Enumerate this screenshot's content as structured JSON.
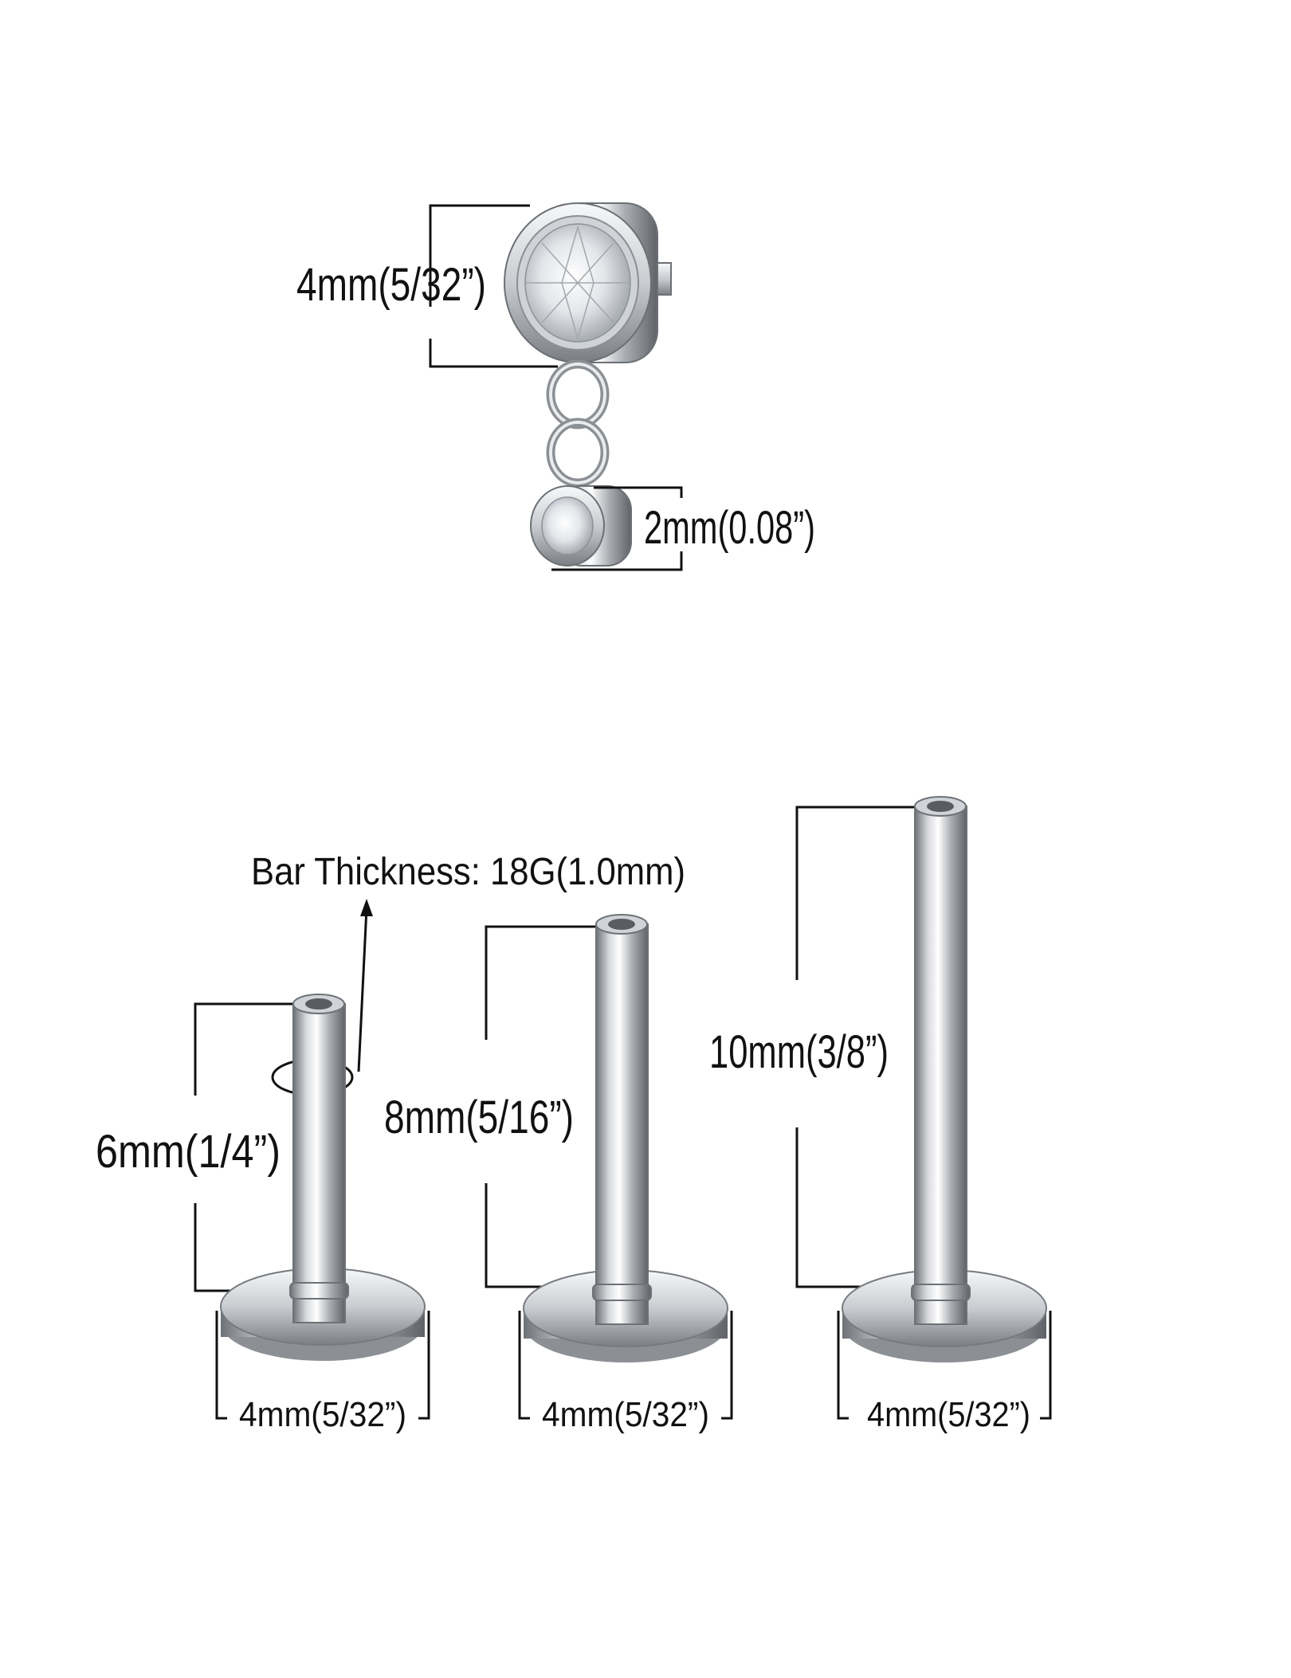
{
  "top_piece": {
    "top_diameter_label": "4mm(5/32”)",
    "charm_diameter_label": "2mm(0.08”)"
  },
  "labrets": [
    {
      "length_label": "6mm(1/4”)",
      "base_label": "4mm(5/32”)"
    },
    {
      "length_label": "8mm(5/16”)",
      "base_label": "4mm(5/32”)"
    },
    {
      "length_label": "10mm(3/8”)",
      "base_label": "4mm(5/32”)"
    }
  ],
  "bar_thickness_label": "Bar Thickness: 18G(1.0mm)",
  "icons": {
    "top": "bezel-gem-top-icon",
    "charm": "dangle-charm-icon",
    "labret": "flat-back-labret-post-icon",
    "arrow": "arrow-up-icon"
  },
  "colors": {
    "line": "#111111",
    "metal_dark": "#7d8186",
    "metal_light": "#f4f5f6"
  }
}
